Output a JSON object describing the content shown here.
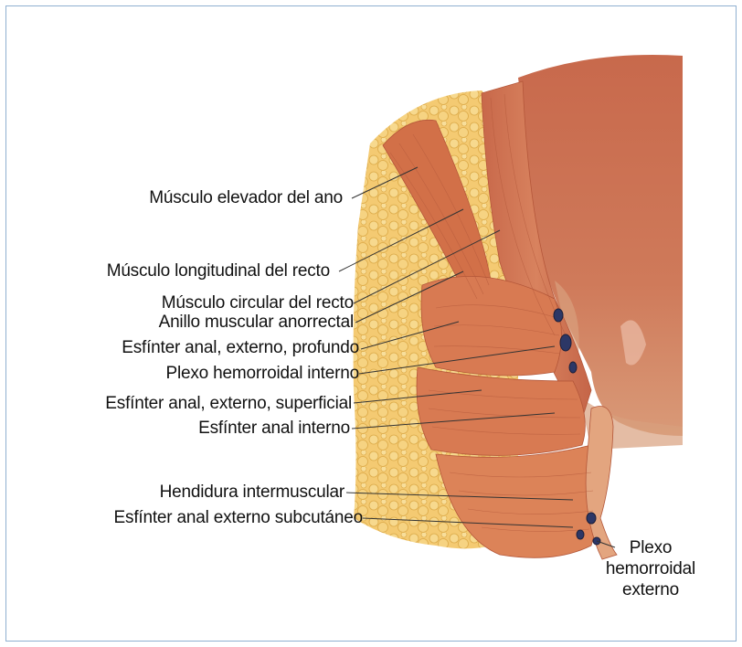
{
  "labels": {
    "elevador": "Músculo elevador del ano",
    "longitudinal": "Músculo longitudinal del recto",
    "circular": "Músculo circular del recto",
    "anillo": "Anillo muscular anorrectal",
    "esf_profundo": "Esfínter anal, externo, profundo",
    "plexo_interno": "Plexo hemorroidal interno",
    "esf_superficial": "Esfínter anal, externo, superficial",
    "esf_interno": "Esfínter anal interno",
    "hendidura": "Hendidura intermuscular",
    "esf_subcutaneo": "Esfínter anal externo subcutáneo",
    "plexo_externo_1": "Plexo",
    "plexo_externo_2": "hemorroidal",
    "plexo_externo_3": "externo"
  },
  "colors": {
    "fat": "#f2c468",
    "muscle": "#d7744a",
    "rectum": "#c96a48",
    "leader": "#333333"
  }
}
